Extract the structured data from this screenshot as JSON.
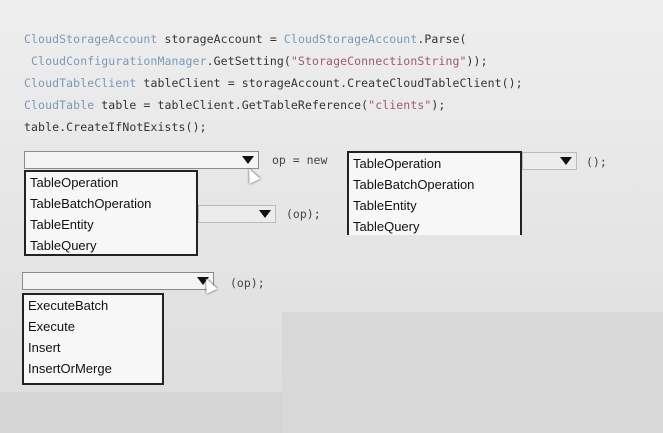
{
  "code": {
    "line1": {
      "a": "CloudStorageAccount",
      "b": " storageAccount = ",
      "c": "CloudStorageAccount",
      "d": ".Parse("
    },
    "line2": {
      "a": " CloudConfigurationManager",
      "b": ".GetSetting(",
      "c": "\"StorageConnectionString\"",
      "d": "));"
    },
    "line3": {
      "a": "CloudTableClient",
      "b": " tableClient = storageAccount.CreateCloudTableClient();"
    },
    "line4": {
      "a": "CloudTable",
      "b": " table = tableClient.GetTableReference(",
      "c": "\"clients\"",
      "d": ");"
    },
    "line5": "table.CreateIfNotExists();"
  },
  "row1": {
    "op_new": "op = new",
    "paren_semicolon": "();"
  },
  "row2": {
    "suffix": "(op);"
  },
  "row3": {
    "suffix": "(op);"
  },
  "dropdown1_options": [
    "TableOperation",
    "TableBatchOperation",
    "TableEntity",
    "TableQuery"
  ],
  "dropdown2_options": [
    "TableOperation",
    "TableBatchOperation",
    "TableEntity",
    "TableQuery"
  ],
  "dropdown3_options": [
    "ExecuteBatch",
    "Execute",
    "Insert",
    "InsertOrMerge"
  ]
}
